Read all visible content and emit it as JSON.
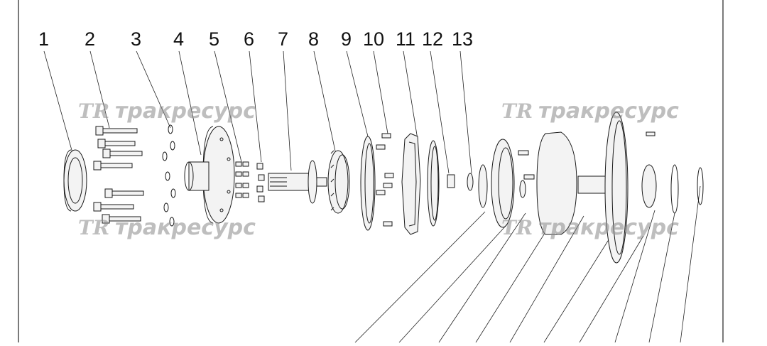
{
  "diagram": {
    "callouts": [
      "1",
      "2",
      "3",
      "4",
      "5",
      "6",
      "7",
      "8",
      "9",
      "10",
      "11",
      "12",
      "13"
    ],
    "watermarks": [
      {
        "logo": "TR",
        "text": "тракресурс"
      },
      {
        "logo": "TR",
        "text": "тракресурс"
      },
      {
        "logo": "TR",
        "text": "тракресурс"
      },
      {
        "logo": "TR",
        "text": "тракресурс"
      }
    ]
  }
}
